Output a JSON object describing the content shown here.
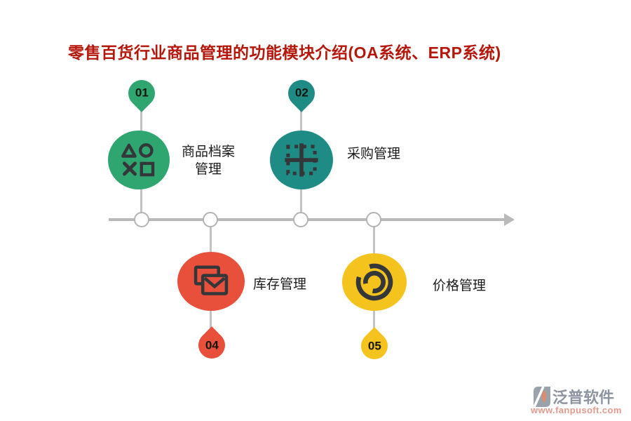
{
  "title": "零售百货行业商品管理的功能模块介绍(OA系统、ERP系统)",
  "title_color": "#b5170b",
  "timeline": {
    "axis_color": "#b9b9b9",
    "node_dot_count": 4,
    "arrow_direction": "right"
  },
  "modules": [
    {
      "number": "01",
      "label": "商品档案管理",
      "color": "#2fa56f",
      "icon": "game-shapes-icon",
      "side": "above"
    },
    {
      "number": "02",
      "label": "采购管理",
      "color": "#1f8b85",
      "icon": "grid-plus-icon",
      "side": "above"
    },
    {
      "number": "04",
      "label": "库存管理",
      "color": "#e8503c",
      "icon": "mail-stack-icon",
      "side": "below"
    },
    {
      "number": "05",
      "label": "价格管理",
      "color": "#f5c31d",
      "icon": "swirl-icon",
      "side": "below"
    }
  ],
  "watermark": {
    "brand": "泛普软件",
    "url": "www.fanpusoft.com",
    "brand_color": "#8d95a0",
    "url_color": "#e29a8e"
  }
}
